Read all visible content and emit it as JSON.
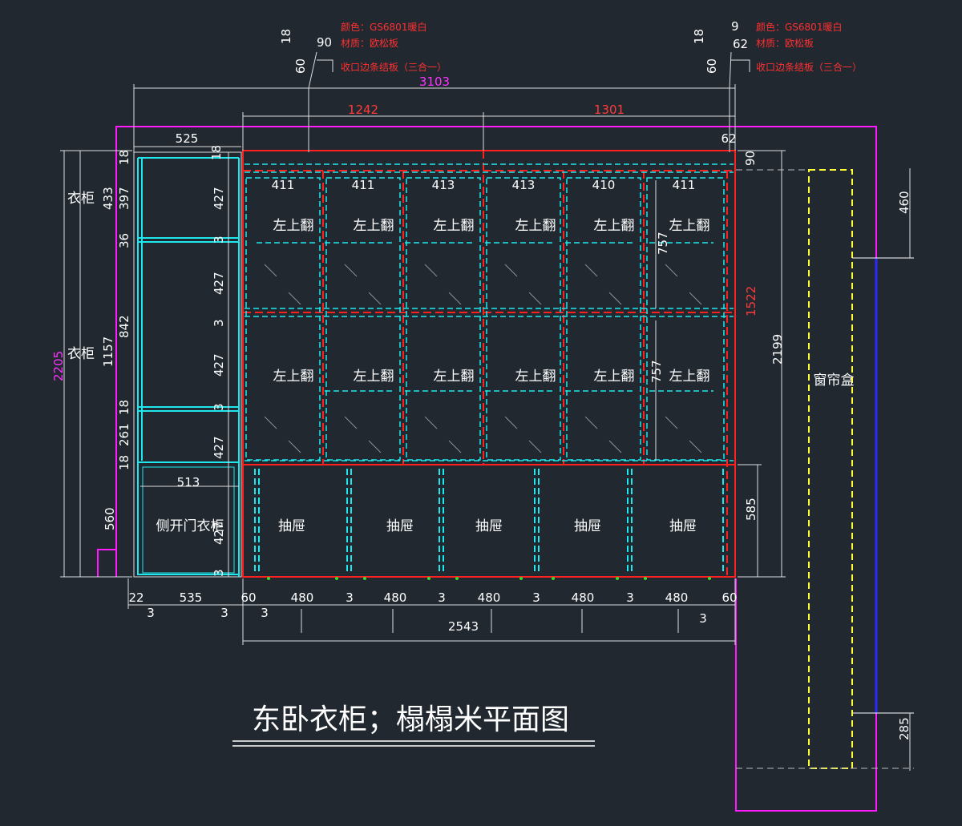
{
  "title": "东卧衣柜；榻榻米平面图",
  "material_notes": {
    "left": {
      "color": "颜色：GS6801暖白",
      "material": "材质：欧松板",
      "edge": "收口边条结板（三合一）",
      "profile_dims": [
        "18",
        "90",
        "60"
      ]
    },
    "right": {
      "color": "颜色：GS6801暖白",
      "material": "材质：欧松板",
      "edge": "收口边条结板（三合一）",
      "profile_dims": [
        "9",
        "18",
        "62",
        "60"
      ]
    }
  },
  "dimensions": {
    "overall_width": "3103",
    "upper_left_width": "1242",
    "upper_right_width": "1301",
    "side_cabinet_width": "525",
    "corner_62": "62",
    "right_90": "90",
    "overall_height": "2205",
    "right_height_1522": "1522",
    "right_height_2199": "2199",
    "right_585": "585",
    "window_top_460": "460",
    "window_bottom_285": "285",
    "bottom_total": "2543",
    "bottom_535": "535",
    "bottom_22": "22",
    "bottom_60_left": "60",
    "bottom_60_right": "60",
    "drawer_widths": [
      "480",
      "480",
      "480",
      "480",
      "480"
    ],
    "drawer_gaps": [
      "3",
      "3",
      "3",
      "3"
    ],
    "small_3_marks": [
      "3",
      "3",
      "3",
      "3"
    ],
    "left_chain": [
      "18",
      "433",
      "397",
      "36",
      "842",
      "1157",
      "18",
      "261",
      "18",
      "560"
    ],
    "side_427": [
      "427",
      "427",
      "427",
      "427",
      "427"
    ],
    "side_3": [
      "3",
      "3",
      "3",
      "3"
    ],
    "top_widths": [
      "411",
      "411",
      "413",
      "413",
      "410",
      "411"
    ],
    "dim_757_a": "757",
    "dim_757_b": "757",
    "dim_513": "513",
    "dim_18_top": "18"
  },
  "labels": {
    "wardrobe_top": "衣柜",
    "wardrobe_mid": "衣柜",
    "side_door_wardrobe": "侧开门衣柜",
    "flip_up": "左上翻",
    "drawer": "抽屉",
    "curtain_box": "窗帘盒"
  },
  "colors": {
    "background": "#212830",
    "red": "#ff2020",
    "cyan": "#1ee8ee",
    "magenta": "#ff1aff",
    "yellow": "#ffff33",
    "blue": "#2a2aff",
    "white": "#ffffff"
  }
}
